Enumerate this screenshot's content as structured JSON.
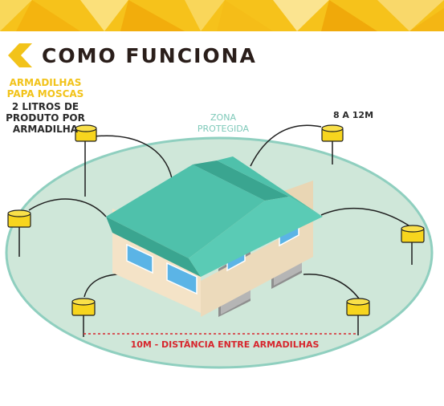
{
  "title": "COMO FUNCIONA",
  "labels": {
    "traps_line1": "ARMADILHAS",
    "traps_line2": "PAPA MOSCAS",
    "traps_line3": "2 LITROS DE",
    "traps_line4": "PRODUTO POR",
    "traps_line5": "ARMADILHA",
    "zone_line1": "ZONA",
    "zone_line2": "PROTEGIDA",
    "height": "8 A 12M",
    "distance": "10M - DISTÂNCIA ENTRE ARMADILHAS"
  },
  "colors": {
    "banner_yellow": "#f6c21b",
    "logo_yellow": "#f2c31a",
    "title_dark": "#2a1e1a",
    "zone_fill": "#cfe7d9",
    "zone_stroke": "#8fcfbf",
    "roof": "#4fc1ab",
    "walls": "#f4e3c7",
    "trap_yellow": "#f7d51e",
    "distance_red": "#d7262d"
  },
  "icons": [
    "logo-chevron-icon",
    "trap-icon"
  ]
}
